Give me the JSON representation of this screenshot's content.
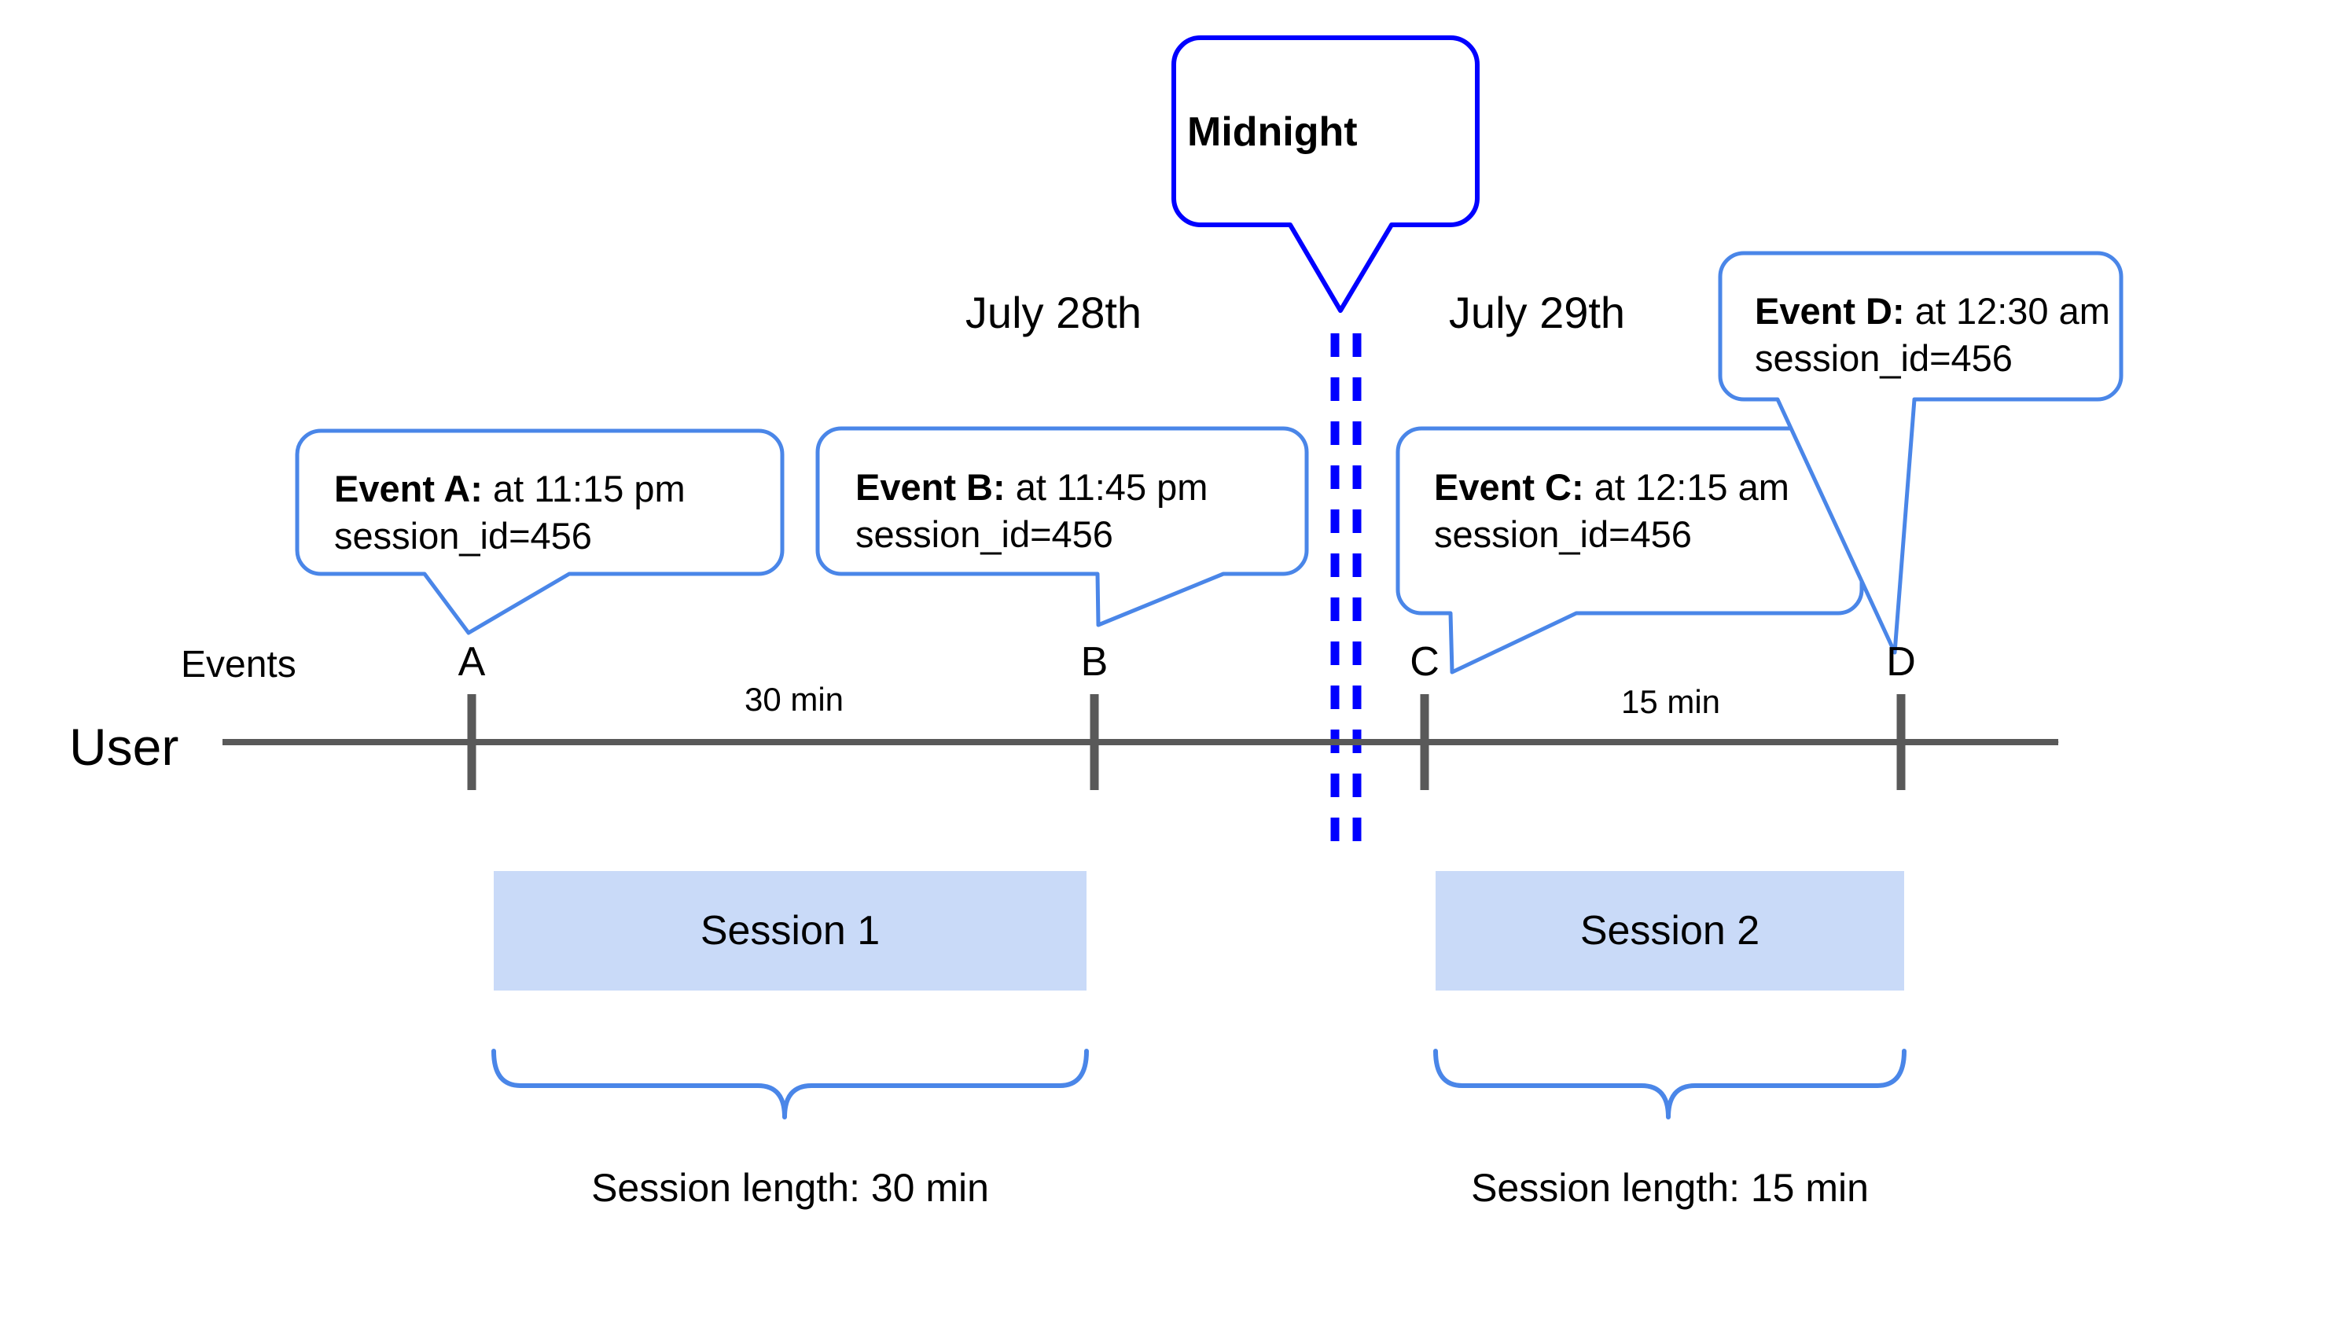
{
  "diagram": {
    "title_hidden": "Session splitting across midnight timeline",
    "colors": {
      "callout_border": "#4a86e8",
      "midnight_border": "#0000ff",
      "midnight_divider": "#0000ff",
      "axis": "#595959",
      "session_fill": "#c9daf8",
      "text": "#000000"
    },
    "row_labels": {
      "user": "User",
      "events": "Events"
    },
    "dates": [
      {
        "label": "July 28th"
      },
      {
        "label": "July 29th"
      }
    ],
    "midnight": {
      "label": "Midnight"
    },
    "events": [
      {
        "letter": "A",
        "title": "Event A:",
        "detail": " at 11:15 pm",
        "attribute": "session_id=456"
      },
      {
        "letter": "B",
        "title": "Event B:",
        "detail": " at 11:45 pm",
        "attribute": "session_id=456"
      },
      {
        "letter": "C",
        "title": "Event C:",
        "detail": " at 12:15 am",
        "attribute": "session_id=456"
      },
      {
        "letter": "D",
        "title": "Event D:",
        "detail": " at 12:30 am",
        "attribute": "session_id=456"
      }
    ],
    "durations": [
      {
        "label": "30 min"
      },
      {
        "label": "15 min"
      }
    ],
    "sessions": [
      {
        "label": "Session 1",
        "caption": "Session length: 30 min"
      },
      {
        "label": "Session 2",
        "caption": "Session length: 15 min"
      }
    ]
  }
}
